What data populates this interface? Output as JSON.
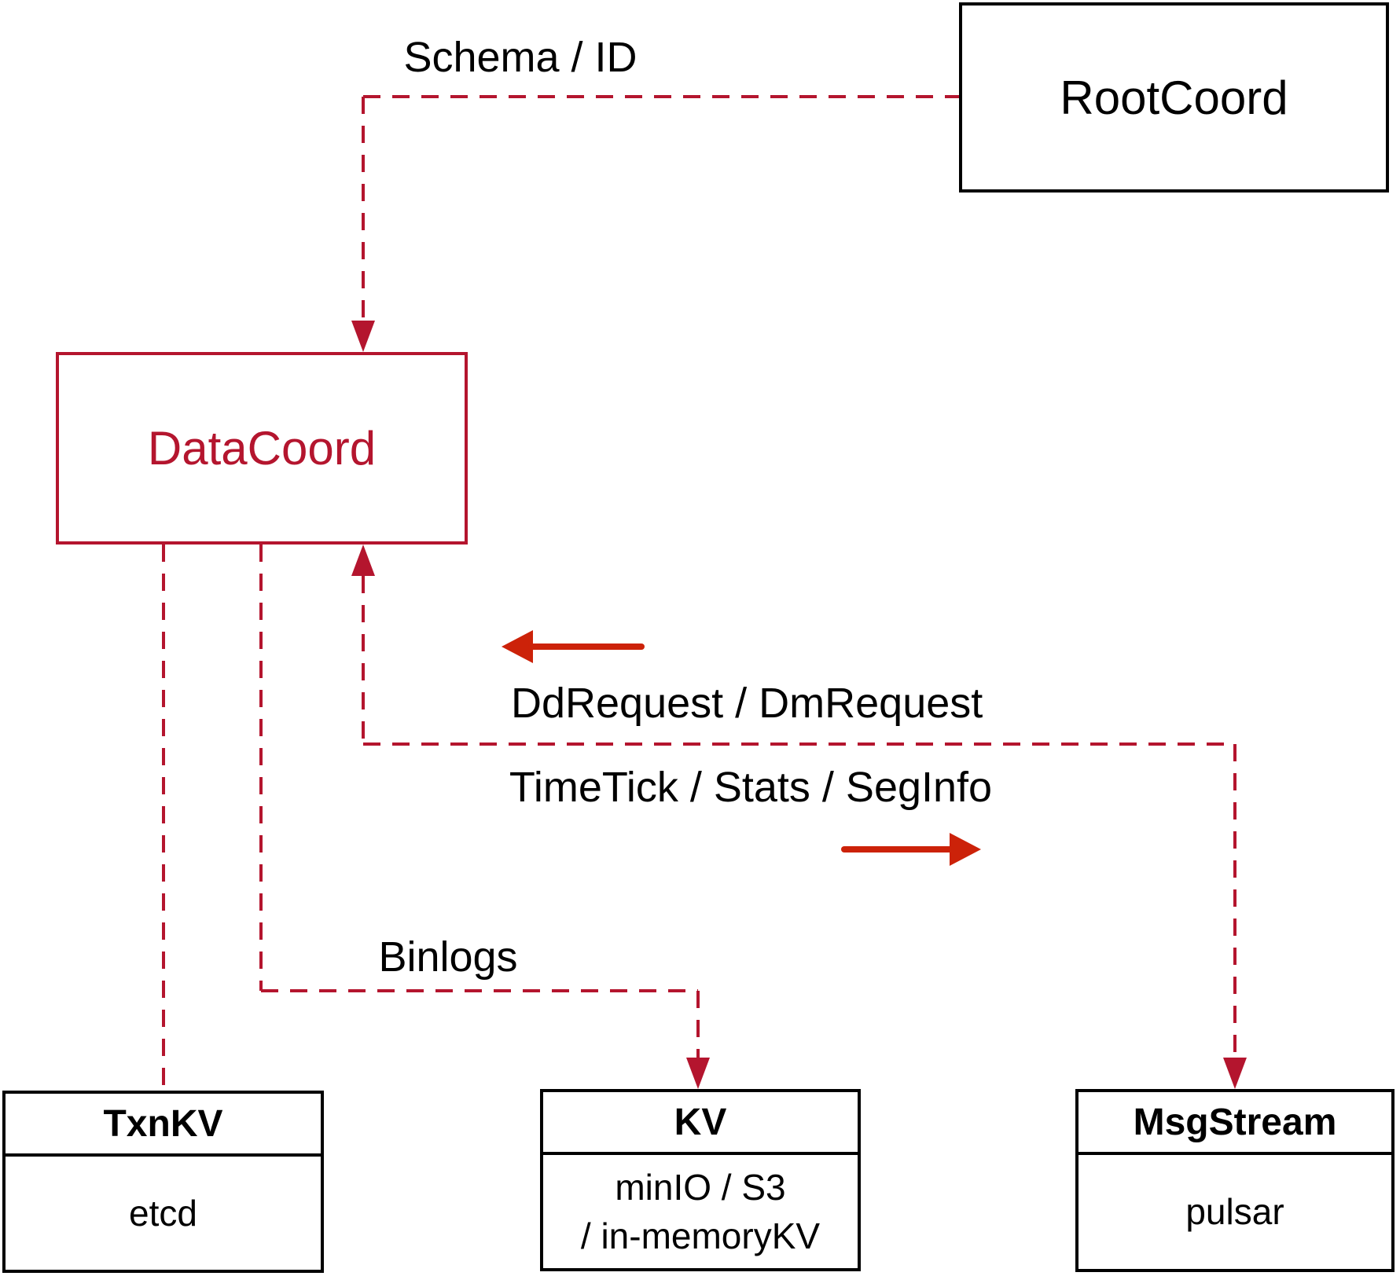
{
  "diagram": {
    "nodes": {
      "rootcoord": {
        "label": "RootCoord"
      },
      "datacoord": {
        "label": "DataCoord"
      },
      "txnkv": {
        "title": "TxnKV",
        "body": "etcd"
      },
      "kv": {
        "title": "KV",
        "body_line1": "minIO / S3",
        "body_line2": "/ in-memoryKV"
      },
      "msgstream": {
        "title": "MsgStream",
        "body": "pulsar"
      }
    },
    "edge_labels": {
      "schema_id": "Schema / ID",
      "dd_dm_request": "DdRequest / DmRequest",
      "timetick_stats_seginfo": "TimeTick / Stats / SegInfo",
      "binlogs": "Binlogs"
    },
    "colors": {
      "dashed_line": "#b4152e",
      "solid_arrow": "#cc2209",
      "box_border_black": "#000000",
      "datacoord_accent": "#b4152e",
      "background": "#ffffff",
      "label_text": "#000000"
    }
  }
}
